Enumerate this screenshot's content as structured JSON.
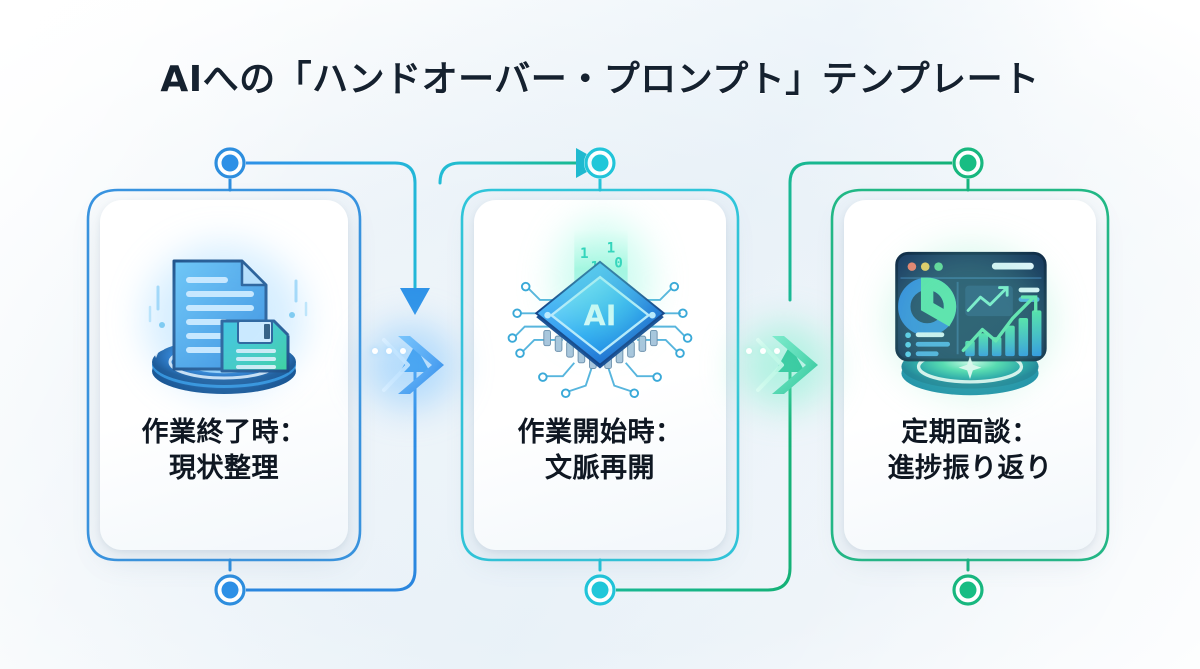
{
  "page": {
    "title": "AIへの「ハンドオーバー・プロンプト」テンプレート",
    "background_color": "#f4f8fb",
    "title_color": "#15212f"
  },
  "diagram": {
    "type": "three-step-cycle-flow",
    "accent_colors": {
      "step1": "#2e8ede",
      "step2": "#1fc2d6",
      "step3": "#16b57f"
    },
    "steps": [
      {
        "id": "step-1",
        "icon": "document-save-icon",
        "icon_alt": "書類とフロッピーディスク",
        "label_line1": "作業終了時：",
        "label_line2": "現状整理",
        "accent": "#2e8ede"
      },
      {
        "id": "step-2",
        "icon": "ai-chip-icon",
        "icon_alt": "AIチップ",
        "icon_text": "AI",
        "label_line1": "作業開始時：",
        "label_line2": "文脈再開",
        "accent": "#1fc2d6"
      },
      {
        "id": "step-3",
        "icon": "analytics-dashboard-icon",
        "icon_alt": "ダッシュボード・グラフ",
        "label_line1": "定期面談：",
        "label_line2": "進捗振り返り",
        "accent": "#16b57f"
      }
    ],
    "connectors": [
      {
        "id": "connector-1-2",
        "glyph": "chevron-right",
        "color": "#2f8fe8"
      },
      {
        "id": "connector-2-3",
        "glyph": "chevron-right",
        "color": "#24c193"
      }
    ],
    "nodes": [
      {
        "id": "node-top-left",
        "color": "#2e8ede"
      },
      {
        "id": "node-top-center",
        "color": "#1fc2d6"
      },
      {
        "id": "node-top-right",
        "color": "#16b57f"
      },
      {
        "id": "node-bottom-left",
        "color": "#2e8ede"
      },
      {
        "id": "node-bottom-center",
        "color": "#1fc2d6"
      },
      {
        "id": "node-bottom-right",
        "color": "#16b57f"
      }
    ]
  }
}
